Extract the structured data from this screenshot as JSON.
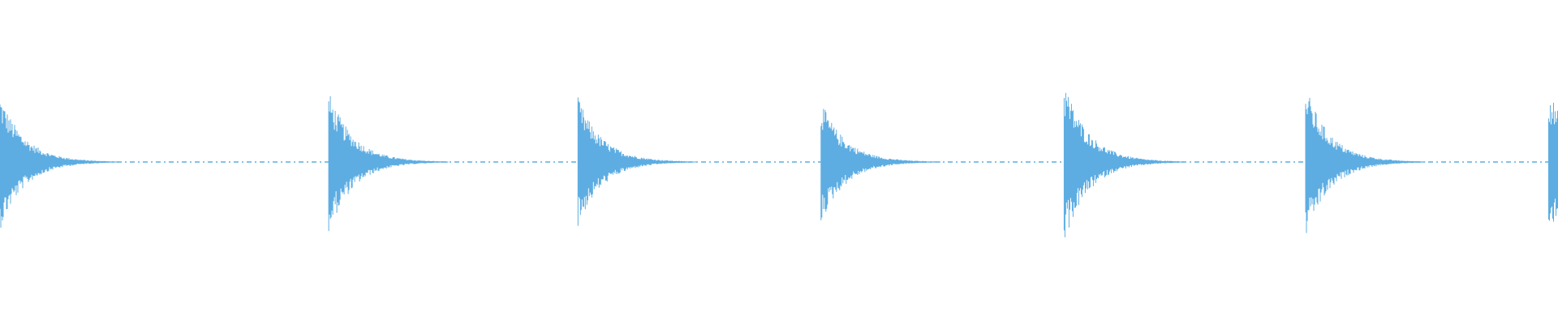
{
  "waveform": {
    "color": "#5dade2",
    "background": "#ffffff",
    "peak_count": 7,
    "peak_positions": [
      0.0,
      0.211,
      0.371,
      0.527,
      0.683,
      0.838,
      0.994
    ],
    "peak_amplitudes": [
      0.42,
      0.44,
      0.4,
      0.38,
      0.5,
      0.47,
      0.46
    ],
    "decay_fraction": 0.035,
    "noise_floor": 0.004
  }
}
